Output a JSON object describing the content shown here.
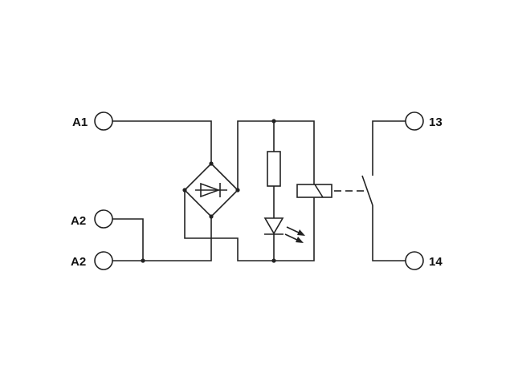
{
  "terminals": {
    "a1": "A1",
    "a2_top": "A2",
    "a2_bottom": "A2",
    "contact_13": "13",
    "contact_14": "14"
  },
  "colors": {
    "line": "#222222",
    "background": "#ffffff"
  },
  "components": {
    "rectifier": "bridge-rectifier-icon",
    "resistor": "resistor-icon",
    "led": "led-icon",
    "relay_coil": "relay-coil-icon",
    "contact": "normally-open-contact-icon"
  }
}
